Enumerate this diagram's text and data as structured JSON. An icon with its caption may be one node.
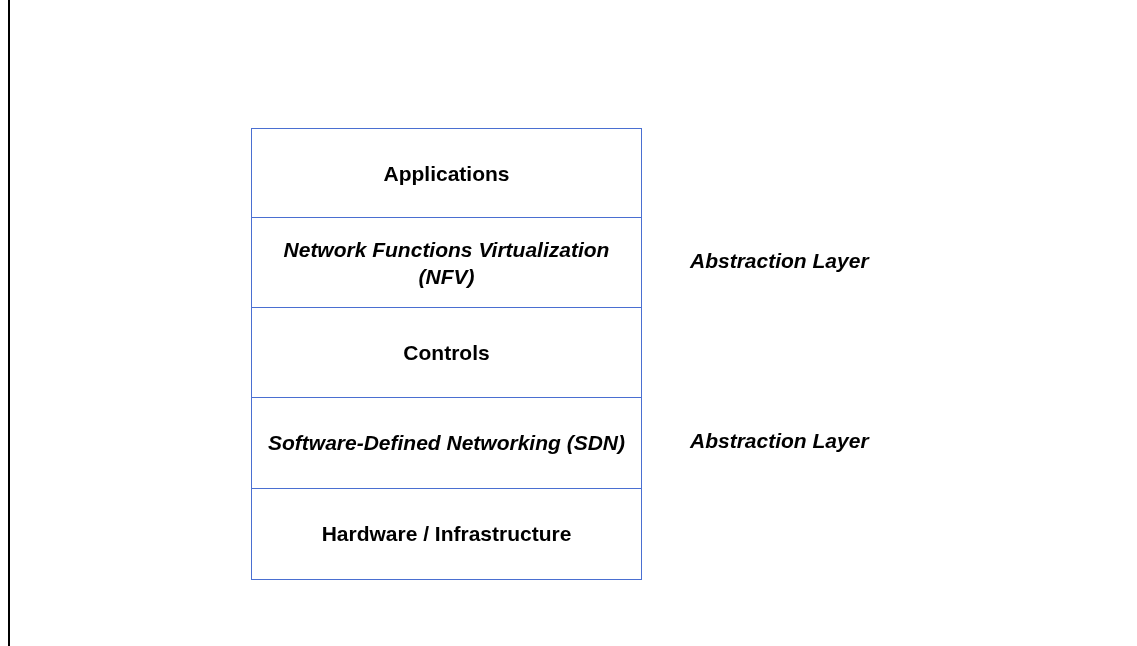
{
  "diagram": {
    "nodes": [
      {
        "text": [
          "Applications"
        ]
      },
      {
        "text": [
          "Network Functions Virtualization (NFV)"
        ],
        "beside": [
          "Abstraction Layer"
        ]
      },
      {
        "text": [
          "Controls"
        ]
      },
      {
        "text": [
          "Software-Defined Networking (SDN)"
        ],
        "beside": [
          "Abstraction Layer"
        ]
      },
      {
        "text": [
          "Hardware / Infrastructure"
        ]
      }
    ]
  }
}
